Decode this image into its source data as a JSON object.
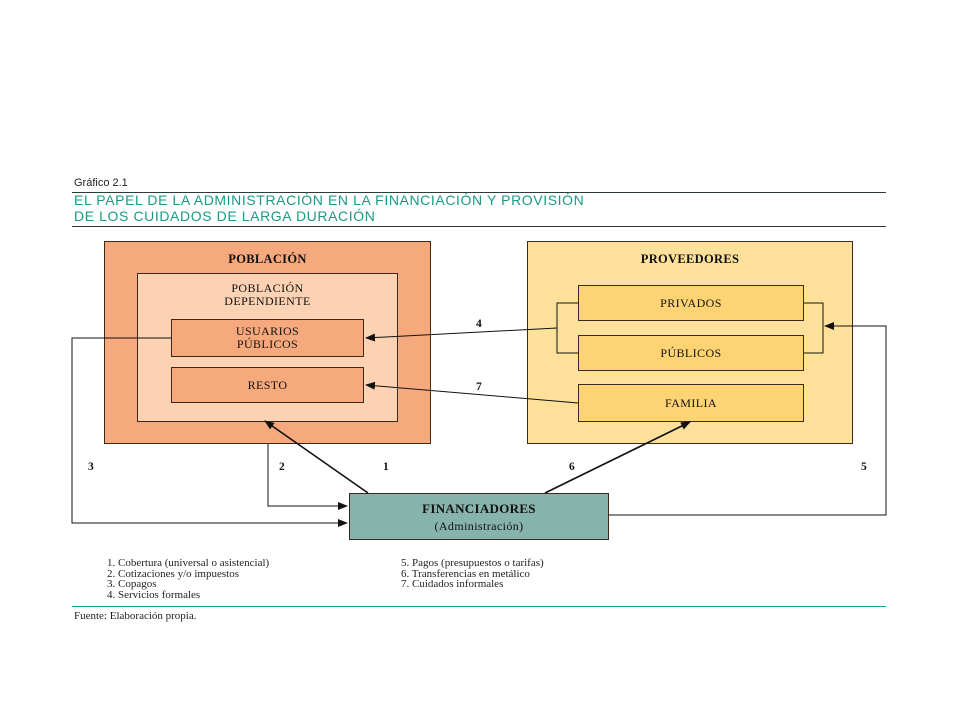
{
  "figure": {
    "label": "Gráfico 2.1",
    "title_line1": "EL PAPEL DE LA ADMINISTRACIÓN EN LA FINANCIACIÓN Y PROVISIÓN",
    "title_line2": "DE LOS CUIDADOS DE LARGA DURACIÓN"
  },
  "poblacion": {
    "title": "POBLACIÓN",
    "dependiente_line1": "POBLACIÓN",
    "dependiente_line2": "DEPENDIENTE",
    "usuarios_line1": "USUARIOS",
    "usuarios_line2": "PÚBLICOS",
    "resto": "RESTO"
  },
  "proveedores": {
    "title": "PROVEEDORES",
    "privados": "PRIVADOS",
    "publicos": "PÚBLICOS",
    "familia": "FAMILIA"
  },
  "financiadores": {
    "title": "FINANCIADORES",
    "subtitle": "(Administración)"
  },
  "flow_numbers": {
    "n1": "1",
    "n2": "2",
    "n3": "3",
    "n4": "4",
    "n5": "5",
    "n6": "6",
    "n7": "7"
  },
  "legend": {
    "left": [
      "1. Cobertura (universal o asistencial)",
      "2. Cotizaciones y/o impuestos",
      "3. Copagos",
      "4. Servicios formales"
    ],
    "right": [
      "5. Pagos (presupuestos o tarifas)",
      "6. Transferencias en metálico",
      "7. Cuidados informales"
    ]
  },
  "source": "Fuente: Elaboración propia.",
  "colors": {
    "title": "#1a9a86",
    "poblacion_outer": "#f6a97c",
    "poblacion_inner": "#fdd2b2",
    "usuarios": "#f6a97c",
    "proveedores_outer": "#fde19a",
    "proveedores_inner": "#fdd373",
    "financiadores": "#86b3ab"
  }
}
